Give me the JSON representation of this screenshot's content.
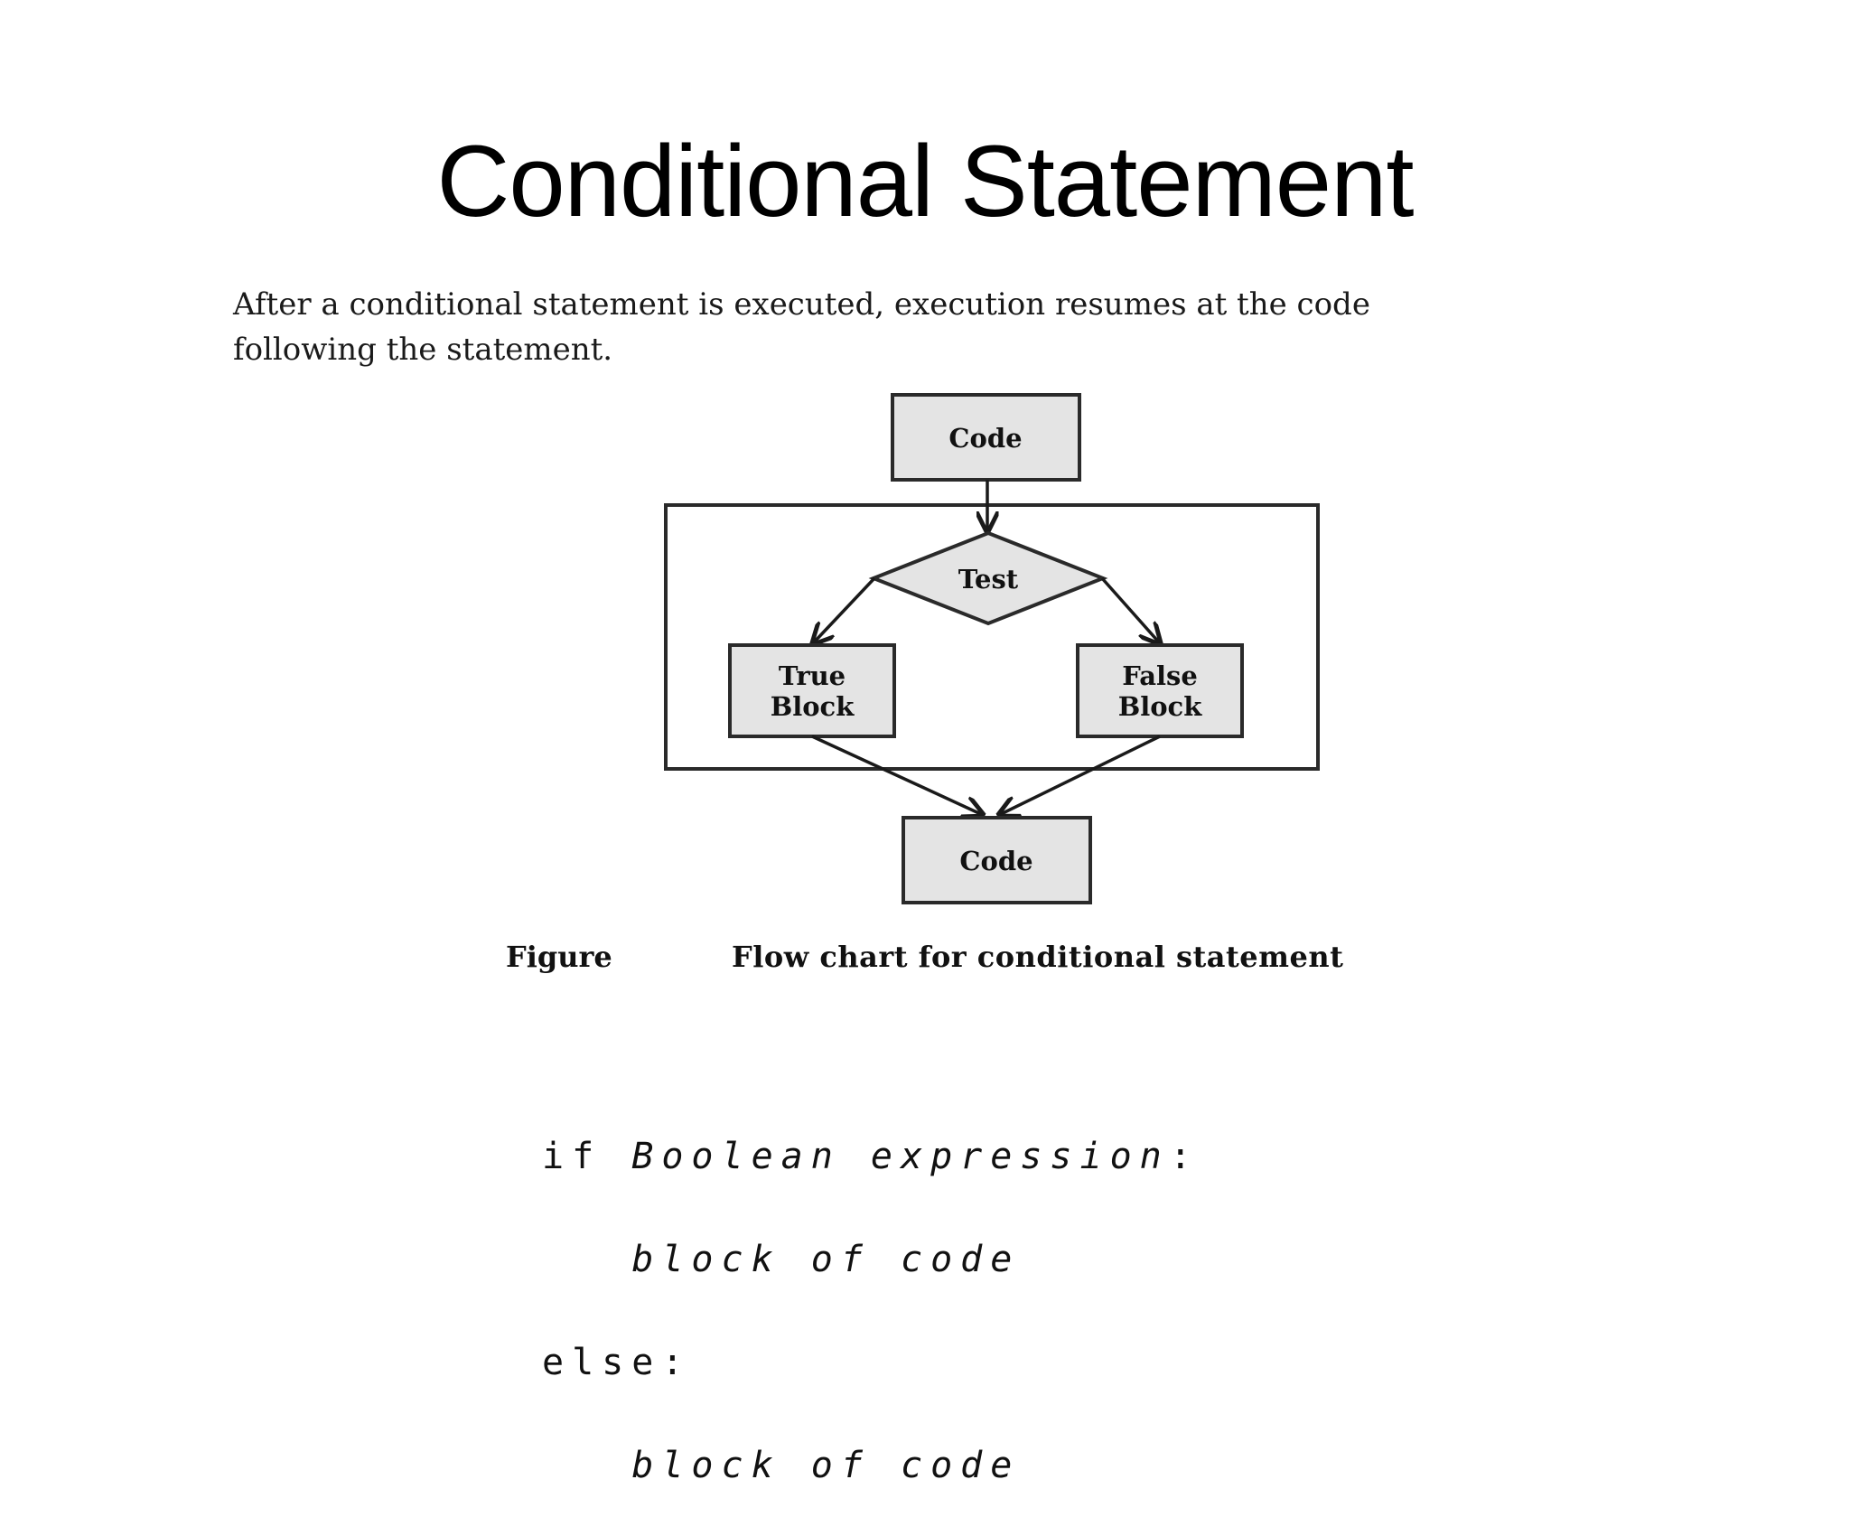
{
  "slide": {
    "title": "Conditional Statement",
    "intro_line1": "After a conditional statement is executed, execution resumes at the code",
    "intro_line2": "following the statement."
  },
  "flowchart": {
    "top_code": "Code",
    "test": "Test",
    "true_line1": "True",
    "true_line2": "Block",
    "false_line1": "False",
    "false_line2": "Block",
    "bottom_code": "Code"
  },
  "caption": {
    "label": "Figure",
    "text": "Flow chart for conditional statement"
  },
  "code": {
    "if_kw": "if",
    "if_cond": "Boolean expression",
    "colon": ":",
    "block1": "block of code",
    "else_kw": "else:",
    "block2": "block of code"
  }
}
